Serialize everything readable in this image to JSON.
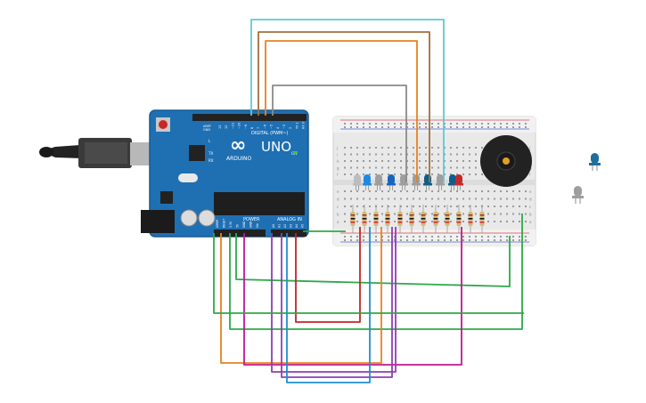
{
  "arduino": {
    "model_label": "UNO",
    "brand_label": "ARDUINO",
    "digital_label": "DIGITAL (PWM~)",
    "power_label": "POWER",
    "analog_label": "ANALOG IN",
    "tx_label": "TX",
    "rx_label": "RX",
    "l_label": "L",
    "on_label": "ON",
    "aref_label": "AREF",
    "gnd_label": "GND",
    "digital_pins": [
      "13",
      "12",
      "~11",
      "~10",
      "~9",
      "8",
      "7",
      "~6",
      "~5",
      "4",
      "~3",
      "2",
      "TX 1",
      "RX 0"
    ],
    "power_pins": [
      "IOREF",
      "RESET",
      "3.3V",
      "5V",
      "GND",
      "GND",
      "Vin"
    ],
    "analog_pins": [
      "A0",
      "A1",
      "A2",
      "A3",
      "A4",
      "A5"
    ]
  },
  "breadboard": {
    "row_letters_top": [
      "j",
      "i",
      "h",
      "g",
      "f"
    ],
    "row_letters_bottom": [
      "e",
      "d",
      "c",
      "b",
      "a"
    ]
  },
  "leds": {
    "colors": [
      "#bdbdbd",
      "#1e88e5",
      "#9e9e9e",
      "#1565c0",
      "#9e9e9e",
      "#9e9e9e",
      "#0d5e8c",
      "#9e9e9e",
      "#0d5e8c",
      "#1e88e5",
      "#c62828"
    ],
    "loose_blue_color": "#1e6e9e",
    "loose_gray_color": "#9e9e9e"
  },
  "wires": {
    "colors": {
      "cyan": "#5ec8d8",
      "brown": "#a0703a",
      "orange": "#e8821e",
      "gray": "#8a8a8a",
      "green": "#2ea84a",
      "red": "#c0262a",
      "purple": "#8e3fb0",
      "magenta": "#c2188a",
      "blue": "#1e90d0"
    }
  },
  "buzzer": {
    "color": "#222222",
    "center_color": "#e0a020"
  }
}
